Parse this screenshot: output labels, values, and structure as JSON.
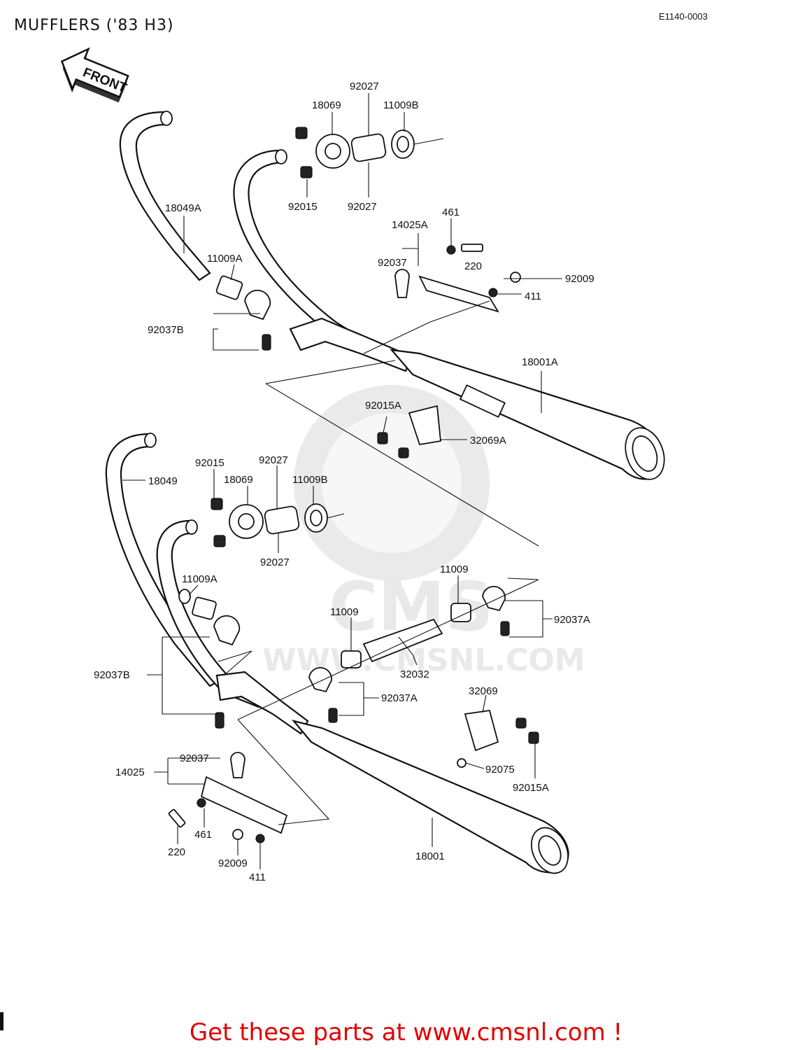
{
  "title": "MUFFLERS ('83 H3)",
  "diagram_code": "E1140-0003",
  "front_arrow_label": "FRONT",
  "watermark": {
    "brand": "CMS",
    "url": "WWW.CMSNL.COM"
  },
  "footer": "Get these parts at www.cmsnl.com !",
  "labels": {
    "upper": {
      "p92027_top": "92027",
      "p18069": "18069",
      "p11009b": "11009B",
      "p92015": "92015",
      "p92027_bottom": "92027",
      "p18049a": "18049A",
      "p11009a": "11009A",
      "p92037b": "92037B",
      "p14025a": "14025A",
      "p461": "461",
      "p92037": "92037",
      "p220": "220",
      "p92009": "92009",
      "p411": "411",
      "p18001a": "18001A",
      "p92015a": "92015A",
      "p32069a": "32069A"
    },
    "lower": {
      "p92015": "92015",
      "p92027_top": "92027",
      "p18049": "18049",
      "p18069": "18069",
      "p11009b": "11009B",
      "p92027_bottom": "92027",
      "p11009a": "11009A",
      "p11009_right": "11009",
      "p11009_mid": "11009",
      "p92037a_right": "92037A",
      "p32032": "32032",
      "p92037b": "92037B",
      "p92037a_mid": "92037A",
      "p32069": "32069",
      "p14025": "14025",
      "p92037": "92037",
      "p92075": "92075",
      "p92015a": "92015A",
      "p461": "461",
      "p220": "220",
      "p92009": "92009",
      "p411": "411",
      "p18001": "18001"
    }
  }
}
